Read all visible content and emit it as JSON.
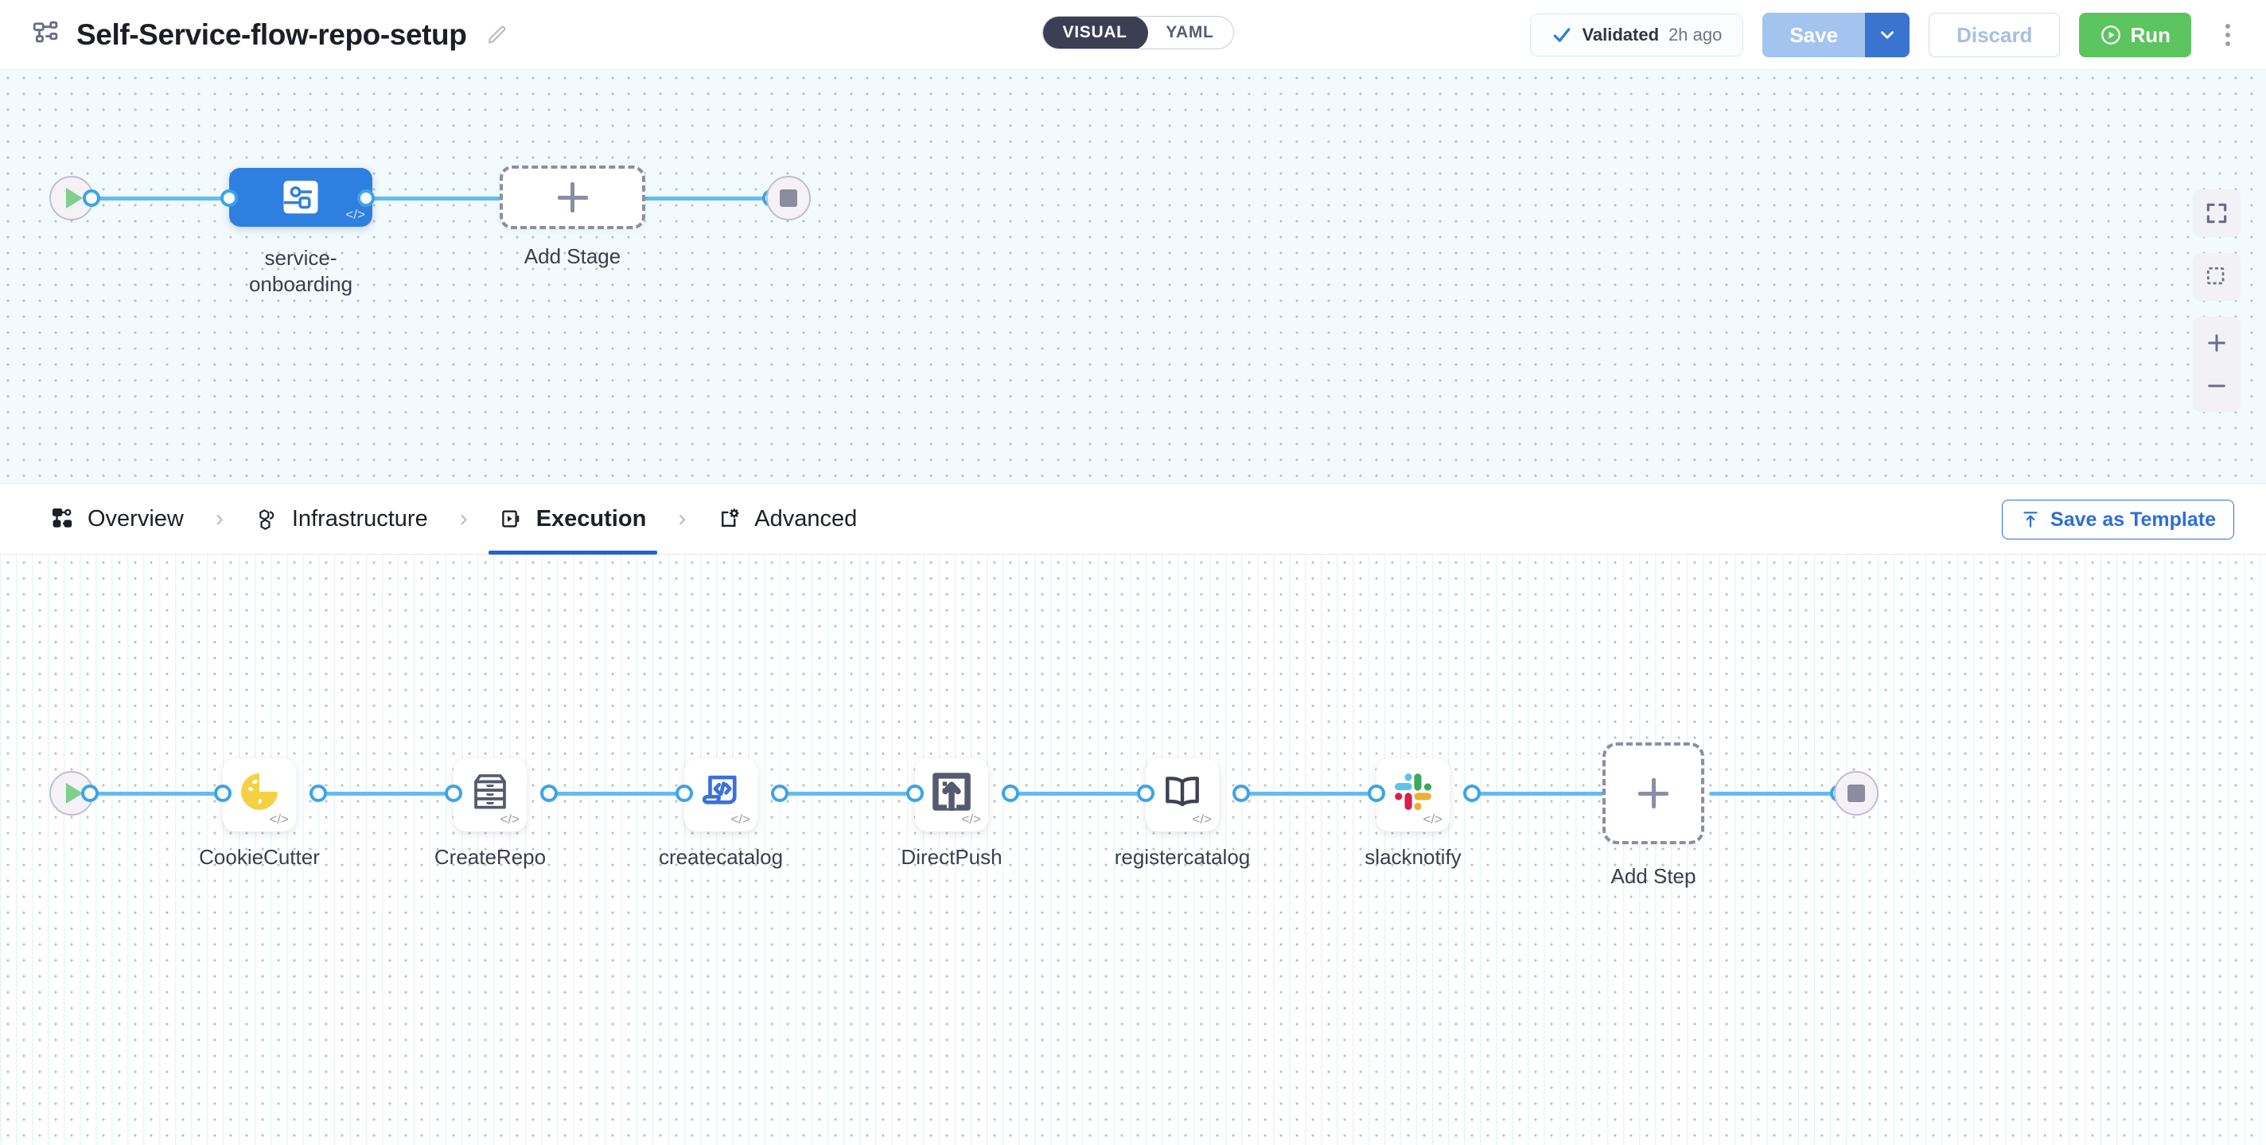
{
  "header": {
    "pipeline_icon": "pipeline-icon",
    "title": "Self-Service-flow-repo-setup",
    "edit_icon": "edit-pencil-icon",
    "mode_toggle": {
      "visual": "VISUAL",
      "yaml": "YAML",
      "selected": "VISUAL"
    },
    "validated": {
      "icon": "check-icon",
      "label": "Validated",
      "time": "2h ago"
    },
    "save_label": "Save",
    "save_caret_icon": "chevron-down-icon",
    "discard_label": "Discard",
    "run_label": "Run",
    "run_icon": "play-circle-icon",
    "kebab_icon": "more-vertical-icon",
    "colors": {
      "save_bg": "#a2c4ee",
      "save_caret_bg": "#3a74d0",
      "run_bg": "#5cc45f",
      "accent_blue": "#2c6fd6",
      "toggle_active_bg": "#3c3f54"
    }
  },
  "stage_graph": {
    "start_node": {
      "name": "start-node",
      "icon": "play-icon"
    },
    "stage": {
      "name": "service-onboarding",
      "label": "service-\nonboarding",
      "label_line1": "service-",
      "label_line2": "onboarding",
      "icon": "stage-deploy-icon",
      "code_badge": "</>",
      "color": "#2f7fe0"
    },
    "add_stage": {
      "label": "Add Stage",
      "icon": "plus-icon"
    },
    "end_node": {
      "name": "end-node",
      "icon": "stop-icon"
    }
  },
  "canvas_controls": [
    {
      "name": "fit-to-screen-button",
      "icon": "expand-icon"
    },
    {
      "name": "marquee-select-button",
      "icon": "selection-box-icon"
    },
    {
      "name": "zoom-in-button",
      "icon": "plus-icon"
    },
    {
      "name": "zoom-out-button",
      "icon": "minus-icon"
    }
  ],
  "tabs": [
    {
      "label": "Overview",
      "icon": "overview-stage-icon",
      "active": false
    },
    {
      "label": "Infrastructure",
      "icon": "infrastructure-cube-icon",
      "active": false
    },
    {
      "label": "Execution",
      "icon": "execution-play-box-icon",
      "active": true
    },
    {
      "label": "Advanced",
      "icon": "advanced-gear-doc-icon",
      "active": false
    }
  ],
  "tab_separator": "›",
  "save_as_template": {
    "label": "Save as Template",
    "icon": "template-upload-icon"
  },
  "step_graph": {
    "start_node": {
      "name": "start-node",
      "icon": "play-icon"
    },
    "steps": [
      {
        "label": "CookieCutter",
        "icon": "cookie-icon",
        "code_badge": "</>"
      },
      {
        "label": "CreateRepo",
        "icon": "archive-drawer-icon",
        "code_badge": "</>"
      },
      {
        "label": "createcatalog",
        "icon": "laptop-code-icon",
        "code_badge": "</>"
      },
      {
        "label": "DirectPush",
        "icon": "push-upload-icon",
        "code_badge": "</>"
      },
      {
        "label": "registercatalog",
        "icon": "open-book-icon",
        "code_badge": "</>"
      },
      {
        "label": "slacknotify",
        "icon": "slack-icon",
        "code_badge": "</>"
      }
    ],
    "add_step": {
      "label": "Add Step",
      "icon": "plus-icon"
    },
    "end_node": {
      "name": "end-node",
      "icon": "stop-icon"
    }
  }
}
